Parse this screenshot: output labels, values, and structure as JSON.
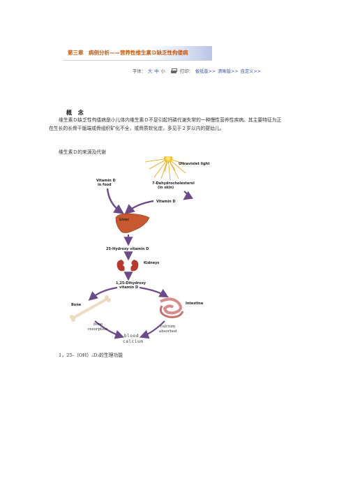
{
  "header": {
    "title": "第三章　病例分析——营养性维生素Ｄ缺乏性佝偻病"
  },
  "toolbar": {
    "font_label": "字体：",
    "font_large": "大",
    "font_medium": "中",
    "font_small": "小",
    "print_label": "打印：",
    "print_paper": "省纸版>>",
    "print_clear": "清晰版>>",
    "print_custom": "自定义>>"
  },
  "section": {
    "heading": "概 念",
    "paragraph": "维生素Ｄ缺乏性佝偻病是小儿体内维生素Ｄ不足引起钙磷代谢失常的一种慢性营养性疾病。其主要特征为正在生长的长骨干骺端或骨组织矿化不全，或骨质软化症，多见于２岁以内的婴幼儿。",
    "source_heading": "维生素Ｄ的来源及代谢",
    "formula_heading": "1，25-（OH）₂D₃的生理功能"
  },
  "diagram": {
    "ultraviolet": "Ultraviolet light",
    "dehydro_1": "7-Dehydrocholesterol",
    "dehydro_2": "(in skin)",
    "vitd_food_1": "Vitamin D",
    "vitd_food_2": "in food",
    "vitd": "Vitamin D",
    "liver": "Liver",
    "hydroxy": "25-Hydroxy vitamin D",
    "kidneys": "Kidneys",
    "dihydroxy_1": "1,25-Dihydroxy",
    "dihydroxy_2": "vitamin D",
    "bone": "Bone",
    "intestine": "Intestine",
    "bone_res_1": "bone",
    "bone_res_2": "resorption",
    "calcium_abs_1": "calcium",
    "calcium_abs_2": "absorbed",
    "blood_1": "blood",
    "blood_2": "calcium"
  },
  "colors": {
    "title_orange": "#c8580a",
    "link_blue": "#3a56b0",
    "arrow_purple": "#6b4a8a"
  }
}
